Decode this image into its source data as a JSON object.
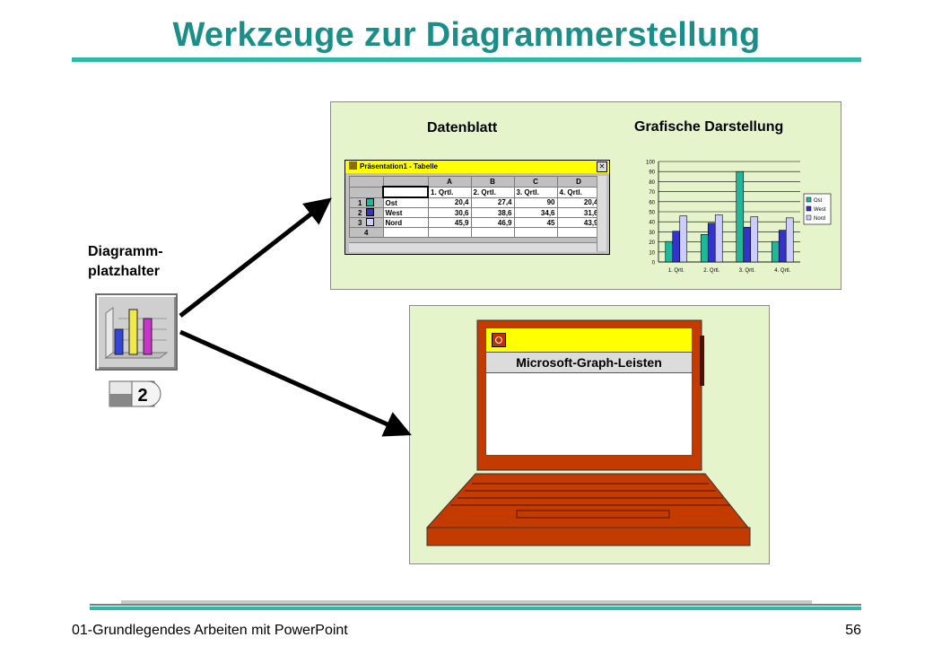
{
  "slide": {
    "title": "Werkzeuge zur Diagrammerstellung",
    "placeholder_label_line1": "Diagramm-",
    "placeholder_label_line2": "platzhalter",
    "placeholder_number": "2",
    "datasheet_label": "Datenblatt",
    "chart_label": "Grafische Darstellung",
    "toolbar_label": "Microsoft-Graph-Leisten"
  },
  "datasheet": {
    "window_title": "Präsentation1 - Tabelle",
    "close_glyph": "✕",
    "col_letters": [
      "A",
      "B",
      "C",
      "D"
    ],
    "col_headers": [
      "1. Qrtl.",
      "2. Qrtl.",
      "3. Qrtl.",
      "4. Qrtl."
    ],
    "rows": [
      {
        "num": "1",
        "name": "Ost",
        "values": [
          "20,4",
          "27,4",
          "90",
          "20,4"
        ],
        "color": "#1fb89a"
      },
      {
        "num": "2",
        "name": "West",
        "values": [
          "30,6",
          "38,6",
          "34,6",
          "31,6"
        ],
        "color": "#3333cc"
      },
      {
        "num": "3",
        "name": "Nord",
        "values": [
          "45,9",
          "46,9",
          "45",
          "43,9"
        ],
        "color": "#ccccff"
      },
      {
        "num": "4",
        "name": "",
        "values": [
          "",
          "",
          "",
          ""
        ],
        "color": ""
      }
    ]
  },
  "chart_data": {
    "type": "bar",
    "categories": [
      "1. Qrtl.",
      "2. Qrtl.",
      "3. Qrtl.",
      "4. Qrtl."
    ],
    "series": [
      {
        "name": "Ost",
        "values": [
          20.4,
          27.4,
          90,
          20.4
        ],
        "color": "#1fb89a"
      },
      {
        "name": "West",
        "values": [
          30.6,
          38.6,
          34.6,
          31.6
        ],
        "color": "#3333cc"
      },
      {
        "name": "Nord",
        "values": [
          45.9,
          46.9,
          45,
          43.9
        ],
        "color": "#ccccff"
      }
    ],
    "yticks": [
      0,
      10,
      20,
      30,
      40,
      50,
      60,
      70,
      80,
      90,
      100
    ],
    "ylim": [
      0,
      100
    ],
    "grid": true,
    "legend": "right"
  },
  "colors": {
    "title": "#1a8f8a",
    "accent_rule": "#2fb8a8",
    "panel_bg": "#e6f4cc",
    "laptop": "#c43b00"
  },
  "footer": {
    "left": "01-Grundlegendes Arbeiten mit PowerPoint",
    "right": "56"
  }
}
